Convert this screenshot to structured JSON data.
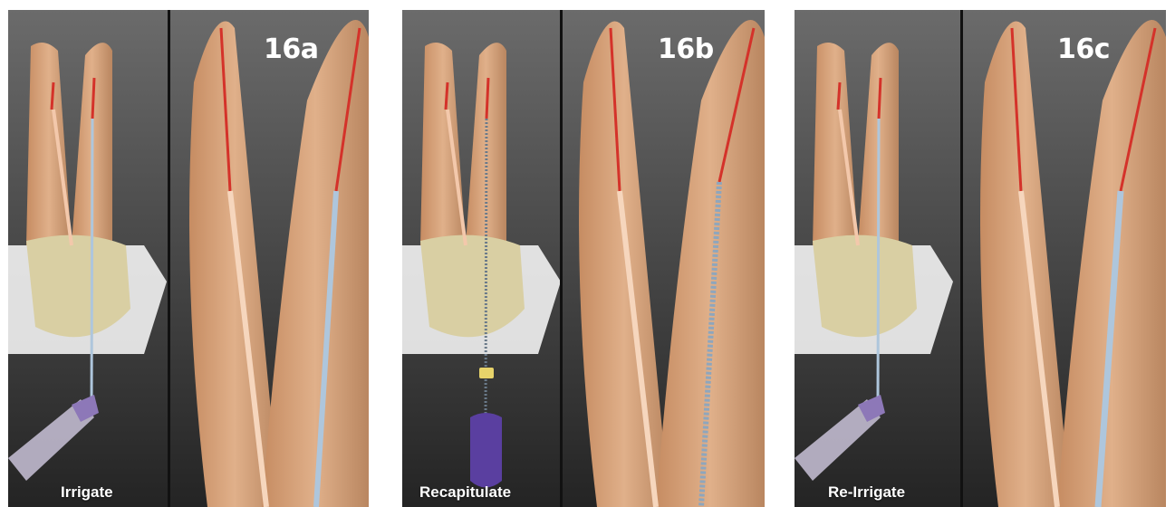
{
  "figures": [
    {
      "label": "16a",
      "step": "Irrigate",
      "instrument": "irrigation-syringe"
    },
    {
      "label": "16b",
      "step": "Recapitulate",
      "instrument": "hand-file"
    },
    {
      "label": "16c",
      "step": "Re-Irrigate",
      "instrument": "irrigation-syringe"
    }
  ],
  "colors": {
    "tooth": "#d9a57e",
    "tooth_shadow": "#b98660",
    "canal_red": "#d4322a",
    "irrigant": "#aec6dc",
    "pulp": "#f3c8ab",
    "xray_dark": "#2b2b2b",
    "crown": "#d9cfa3",
    "syringe_tip": "#8d78b8",
    "file_handle": "#5a3fa0",
    "stopper": "#e7d36a"
  }
}
